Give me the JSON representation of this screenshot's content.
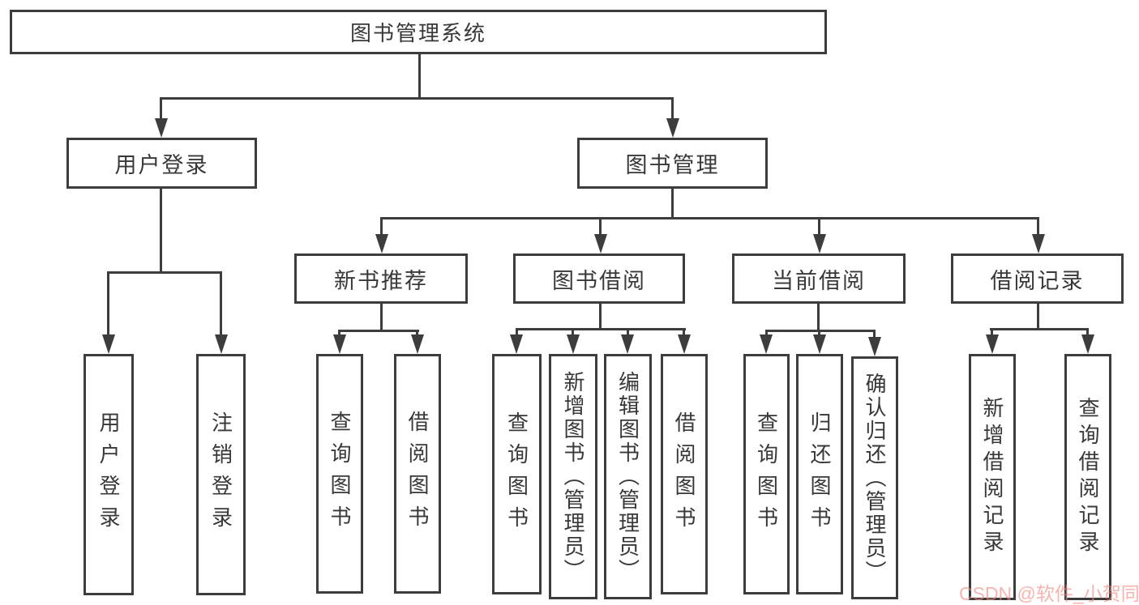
{
  "diagram": {
    "root": {
      "label": "图书管理系统"
    },
    "branches": [
      {
        "label": "用户登录",
        "children": [
          {
            "label": "用户登录"
          },
          {
            "label": "注销登录"
          }
        ]
      },
      {
        "label": "图书管理",
        "children": [
          {
            "label": "新书推荐",
            "children": [
              {
                "label": "查询图书"
              },
              {
                "label": "借阅图书"
              }
            ]
          },
          {
            "label": "图书借阅",
            "children": [
              {
                "label": "查询图书"
              },
              {
                "label": "新增图书（管理员）"
              },
              {
                "label": "编辑图书（管理员）"
              },
              {
                "label": "借阅图书"
              }
            ]
          },
          {
            "label": "当前借阅",
            "children": [
              {
                "label": "查询图书"
              },
              {
                "label": "归还图书"
              },
              {
                "label": "确认归还（管理员）"
              }
            ]
          },
          {
            "label": "借阅记录",
            "children": [
              {
                "label": "新增借阅记录"
              },
              {
                "label": "查询借阅记录"
              }
            ]
          }
        ]
      }
    ],
    "watermark": "CSDN @软件_小贺同学"
  },
  "colors": {
    "line": "#3d3d3d",
    "text": "#383838",
    "background": "#ffffff",
    "watermark": "#f4847e"
  }
}
